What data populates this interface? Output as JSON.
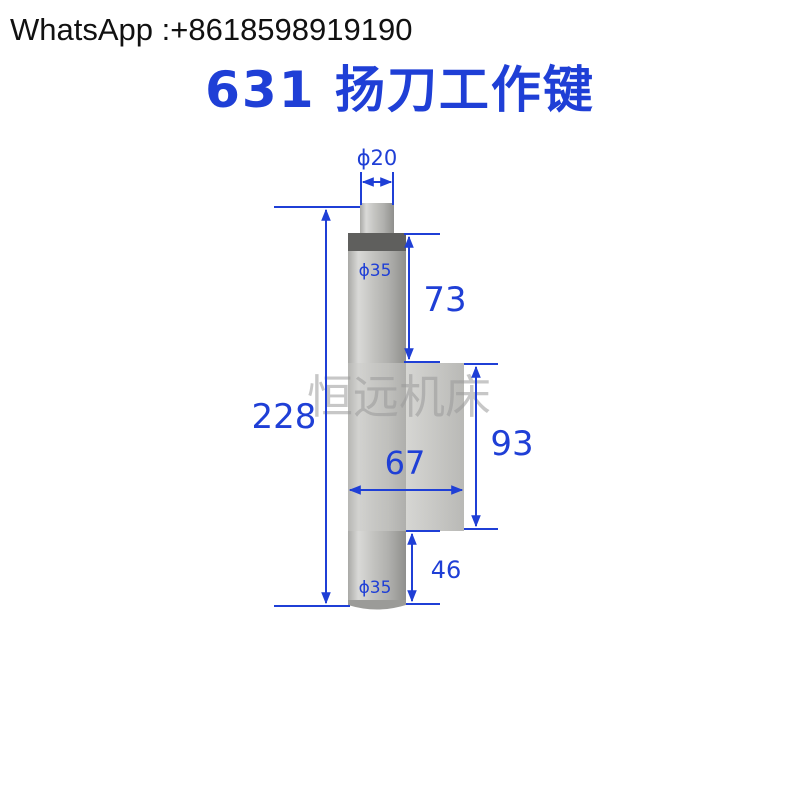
{
  "contact": "WhatsApp :+8618598919190",
  "title": "631 扬刀工作键",
  "watermark": "恒远机床",
  "dimensions": {
    "top_diameter": "ϕ20",
    "upper_diameter": "ϕ35",
    "upper_length": "73",
    "total_length": "228",
    "block_height": "93",
    "block_width": "67",
    "lower_length": "46",
    "lower_diameter": "ϕ35"
  },
  "colors": {
    "dimension_blue": "#1f3fd6",
    "title_blue": "#1f3fd6",
    "metal_light": "#d8d8d6",
    "metal_mid": "#b5b5b2",
    "metal_dark": "#7d7d7a"
  }
}
